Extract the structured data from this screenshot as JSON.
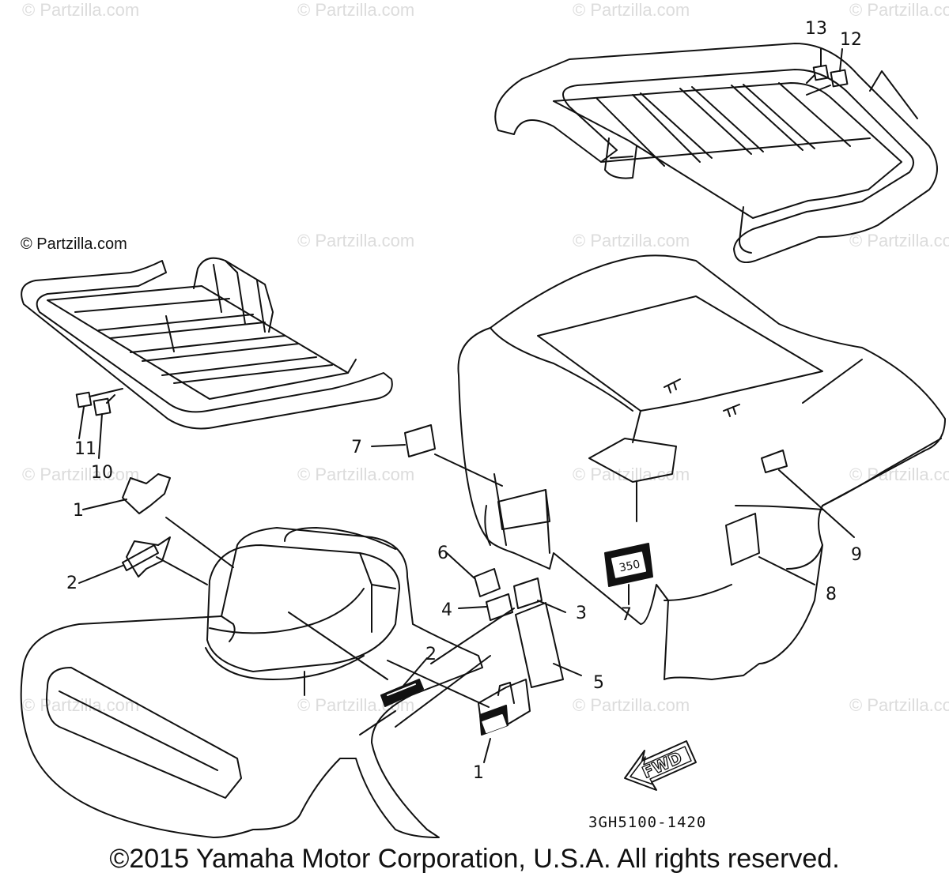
{
  "watermark": "© Partzilla.com",
  "callouts": {
    "c1": "1",
    "c2": "2",
    "c2b": "2",
    "c3": "3",
    "c4": "4",
    "c5": "5",
    "c6": "6",
    "c7": "7",
    "c7b": "7",
    "c8": "8",
    "c9": "9",
    "c10": "10",
    "c11": "11",
    "c12": "12",
    "c13": "13",
    "c1b": "1"
  },
  "part_code": "3GH5100-1420",
  "fwd_label": "FWD",
  "decal_label": "350",
  "copyright": "©2015 Yamaha Motor Corporation, U.S.A. All rights reserved.",
  "colors": {
    "line": "#111111",
    "watermark": "#dcdcdc",
    "background": "#ffffff"
  }
}
